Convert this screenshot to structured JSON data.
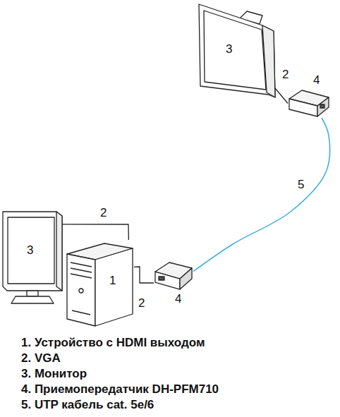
{
  "diagram": {
    "nodes": [
      {
        "text": [
          "3"
        ]
      },
      {
        "text": [
          "4"
        ]
      },
      {
        "text": [
          "3"
        ]
      },
      {
        "text": [
          "1"
        ]
      },
      {
        "text": [
          "4"
        ]
      }
    ],
    "edges": [
      {
        "from": 1,
        "to": 0,
        "arrow": "none",
        "label": "2"
      },
      {
        "from": 4,
        "to": 1,
        "arrow": "none",
        "label": "5"
      },
      {
        "from": 3,
        "to": 2,
        "arrow": "none",
        "label": "2"
      },
      {
        "from": 3,
        "to": 4,
        "arrow": "none",
        "label": "2"
      }
    ],
    "labels": [
      "1. Устройство с HDMI выходом",
      "2. VGA",
      "3. Монитор",
      "4. Приемопередатчик DH-PFM710",
      "5. UTP кабель cat. 5e/6"
    ]
  }
}
